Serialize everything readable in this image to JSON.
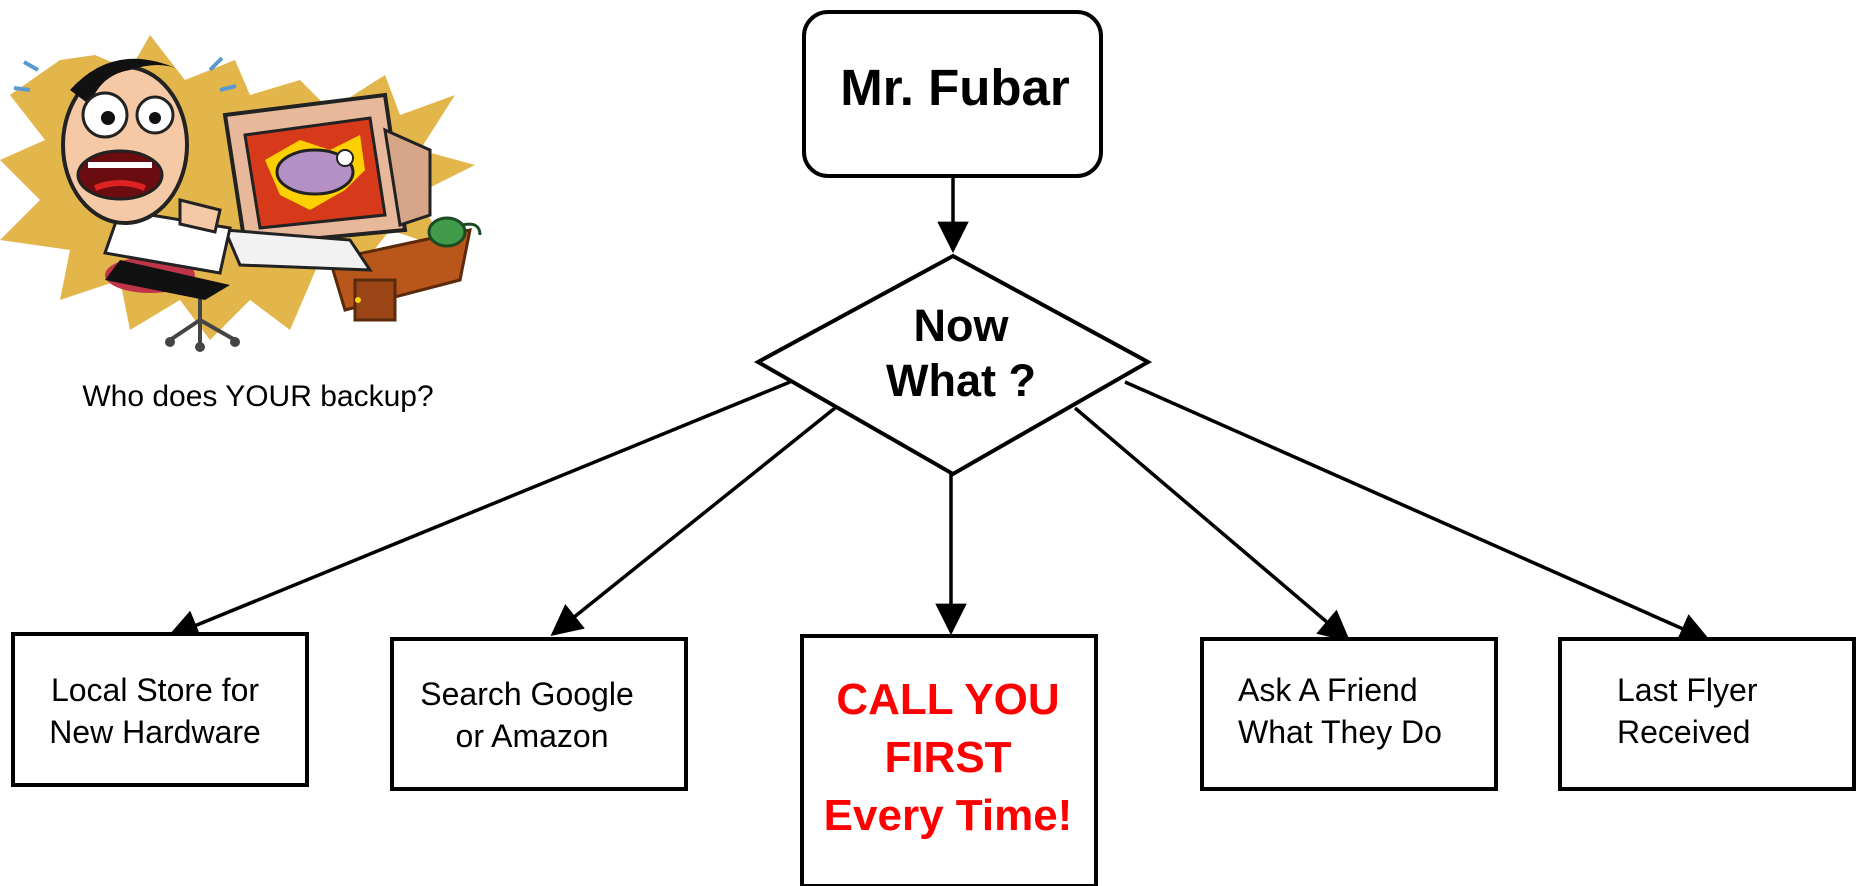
{
  "root": {
    "label": "Mr. Fubar"
  },
  "decision": {
    "line1": "Now",
    "line2": "What ?"
  },
  "illustration": {
    "description_icon": "panicked-computer-user-illustration",
    "caption": "Who does YOUR backup?"
  },
  "options": [
    {
      "line1": "Local Store for",
      "line2": "New Hardware"
    },
    {
      "line1": "Search Google",
      "line2": "or Amazon"
    },
    {
      "line1": "CALL YOU",
      "line2": "FIRST",
      "line3": "Every Time!"
    },
    {
      "line1": "Ask A Friend",
      "line2": "What They Do"
    },
    {
      "line1": "Last Flyer",
      "line2": "Received"
    }
  ],
  "colors": {
    "stroke": "#000000",
    "highlight_text": "#ff0000",
    "burst": "#e3b64c",
    "screen_red": "#d63a1b",
    "monitor": "#e7b99a",
    "desk": "#b8561c",
    "mug": "#3f9a4a"
  }
}
